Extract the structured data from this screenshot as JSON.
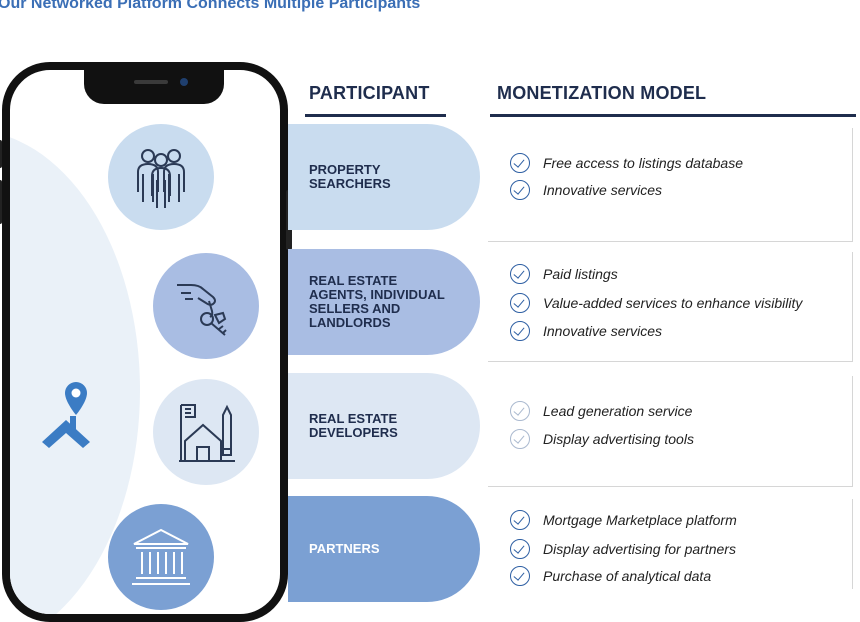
{
  "title": "Our Networked Platform Connects Multiple Participants",
  "headers": {
    "participant": "PARTICIPANT",
    "monetization": "MONETIZATION MODEL"
  },
  "colors": {
    "title": "#3b6fb6",
    "header": "#1f2d4d",
    "band1": "#c9dcef",
    "band2": "#a9bde3",
    "band3": "#dde7f3",
    "band4": "#7ba0d3"
  },
  "icons": [
    "people-group-icon",
    "hand-key-icon",
    "building-house-icon",
    "bank-icon",
    "location-pin-house-icon"
  ],
  "participants": [
    {
      "label": "PROPERTY\nSEARCHERS",
      "items": [
        "Free access to listings database",
        "Innovative services"
      ]
    },
    {
      "label": "REAL ESTATE\nAGENTS, INDIVIDUAL\nSELLERS AND\nLANDLORDS",
      "items": [
        "Paid listings",
        "Value-added services to enhance visibility",
        "Innovative services"
      ]
    },
    {
      "label": "REAL ESTATE\nDEVELOPERS",
      "items": [
        "Lead generation service",
        "Display advertising tools"
      ]
    },
    {
      "label": "PARTNERS",
      "items": [
        "Mortgage Marketplace platform",
        "Display advertising for partners",
        "Purchase of analytical data"
      ]
    }
  ]
}
